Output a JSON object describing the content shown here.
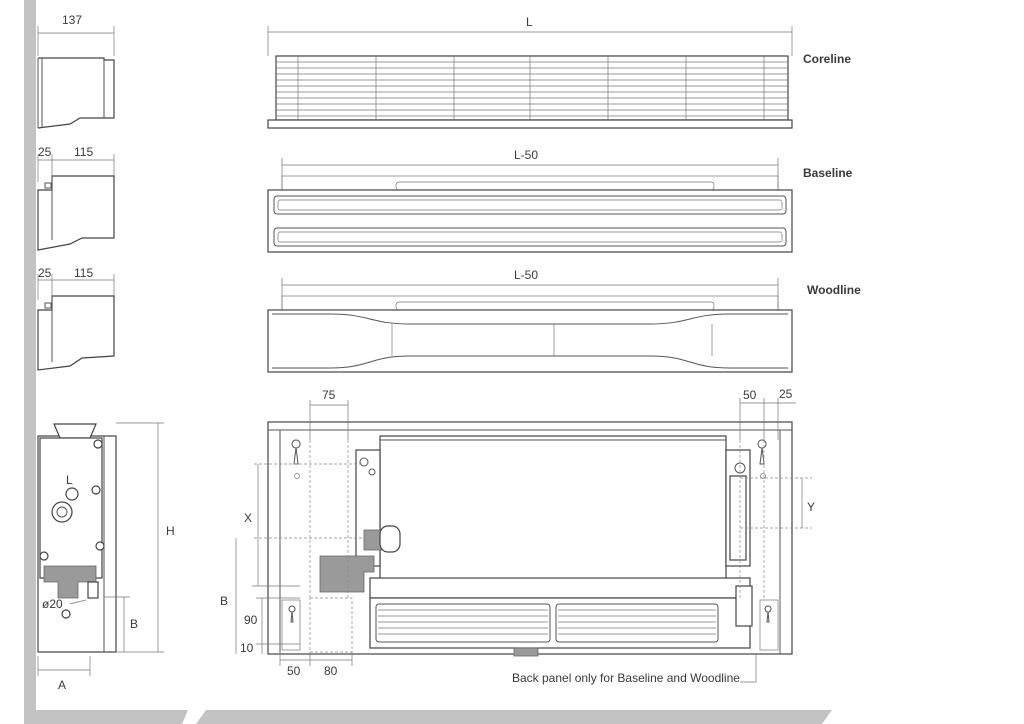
{
  "colors": {
    "frame": "#c0c0c0",
    "line": "#555555",
    "text": "#3a3a3a"
  },
  "side_views": {
    "coreline_depth": "137",
    "baseline_offset": "25",
    "baseline_depth": "115",
    "woodline_offset": "25",
    "woodline_depth": "115",
    "pipe_dia": "ø20",
    "height_label": "H",
    "b_label": "B",
    "a_label": "A",
    "l_marker": "L"
  },
  "front_views": [
    {
      "name": "Coreline",
      "length": "L"
    },
    {
      "name": "Baseline",
      "length": "L-50"
    },
    {
      "name": "Woodline",
      "length": "L-50"
    }
  ],
  "bottom_view": {
    "dim_75": "75",
    "dim_50_right": "50",
    "dim_25_right": "25",
    "x_label": "X",
    "y_label": "Y",
    "b_label": "B",
    "dim_90": "90",
    "dim_10": "10",
    "dim_50_bottom": "50",
    "dim_80": "80",
    "back_panel_note": "Back panel only for Baseline and Woodline"
  }
}
